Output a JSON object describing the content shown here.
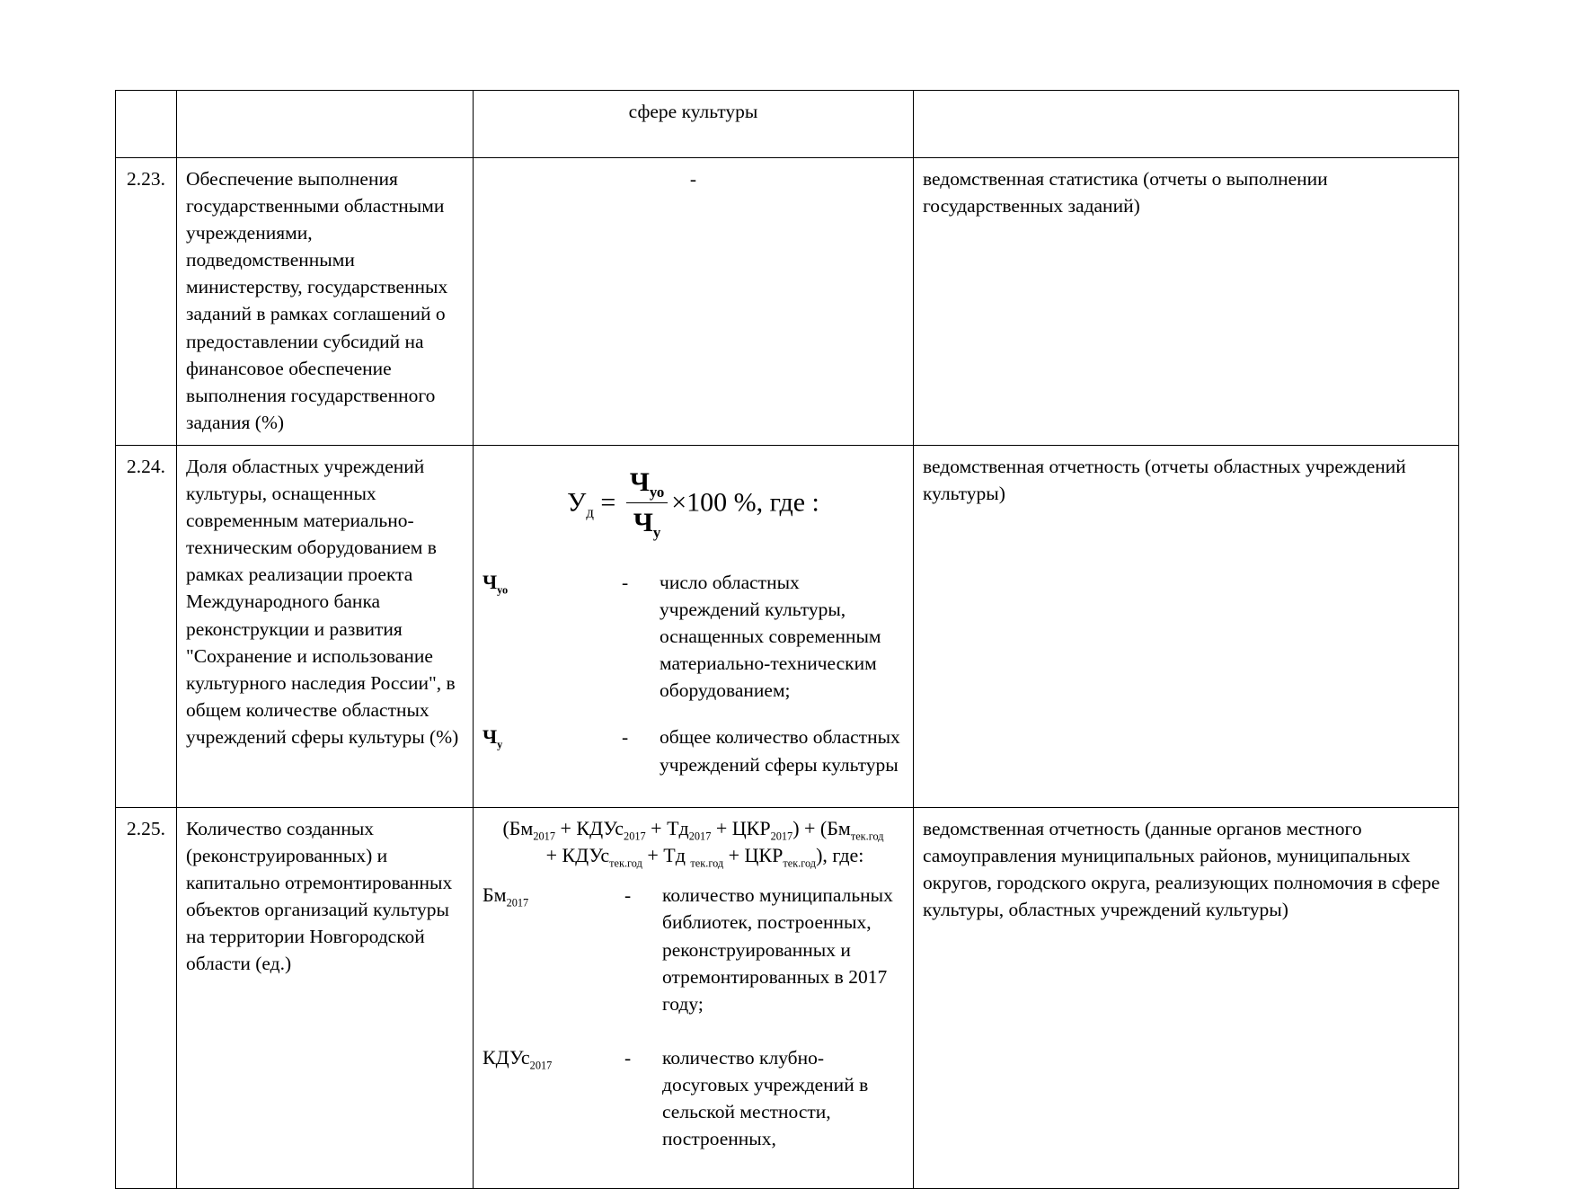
{
  "document": {
    "header_continuation": {
      "col1": "",
      "col2": "",
      "col3": "сфере культуры",
      "col4": ""
    }
  },
  "table": {
    "rows": [
      {
        "number": "2.23.",
        "name": "Обеспечение выполнения государственными областными учреждениями, подведомственными министерству, государственных заданий в рамках соглашений о предоставлении субсидий на финансовое обеспечение выполнения государственного задания (%)",
        "formula_placeholder": "-",
        "source": "ведомственная статистика (отчеты о выполнении государственных заданий)"
      },
      {
        "number": "2.24.",
        "name": "Доля областных учреждений культуры, оснащенных современным материально-техническим оборудованием в рамках реализации проекта Международного банка реконструкции и развития \"Сохранение и использование культурного наследия России\", в общем количестве областных учреждений сферы культуры (%)",
        "formula": {
          "lhs": "У",
          "lhs_sub": "д",
          "eq": "=",
          "numerator": "Ч",
          "numerator_sub": "уо",
          "denominator": "Ч",
          "denominator_sub": "у",
          "times": "×",
          "factor": "100",
          "percent": "%",
          "tail": ", где :"
        },
        "definitions": [
          {
            "symbol": "Ч",
            "symbol_sub": "уо",
            "dash": "-",
            "text": "число областных учреждений культуры, оснащенных современным материально-техническим оборудованием;"
          },
          {
            "symbol": "Ч",
            "symbol_sub": "у",
            "dash": "-",
            "text": "общее количество областных учреждений сферы культуры"
          }
        ],
        "source": "ведомственная отчетность (отчеты областных учреждений культуры)"
      },
      {
        "number": "2.25.",
        "name": "Количество созданных (реконструированных) и капитально отремонтированных объектов организаций культуры на территории Новгородской области (ед.)",
        "formula_lines": [
          "(Бм2017 + КДУс2017 + Тд2017 + ЦКР2017) + (Бмтек.год",
          "+ КДУстек.год + Тд тек.год + ЦКРтек.год), где:"
        ],
        "definitions": [
          {
            "symbol": "Бм",
            "symbol_sub": "2017",
            "dash": "-",
            "text": "количество муниципальных библиотек, построенных, реконструированных и отремонтированных в 2017 году;"
          },
          {
            "symbol": "КДУс",
            "symbol_sub": "2017",
            "dash": "-",
            "text": "количество клубно-досуговых учреждений в сельской местности, построенных,"
          }
        ],
        "source": "ведомственная отчетность (данные органов местного самоуправления муниципальных районов, муниципальных округов, городского округа, реализующих полномочия в сфере культуры, областных учреждений культуры)"
      }
    ]
  }
}
